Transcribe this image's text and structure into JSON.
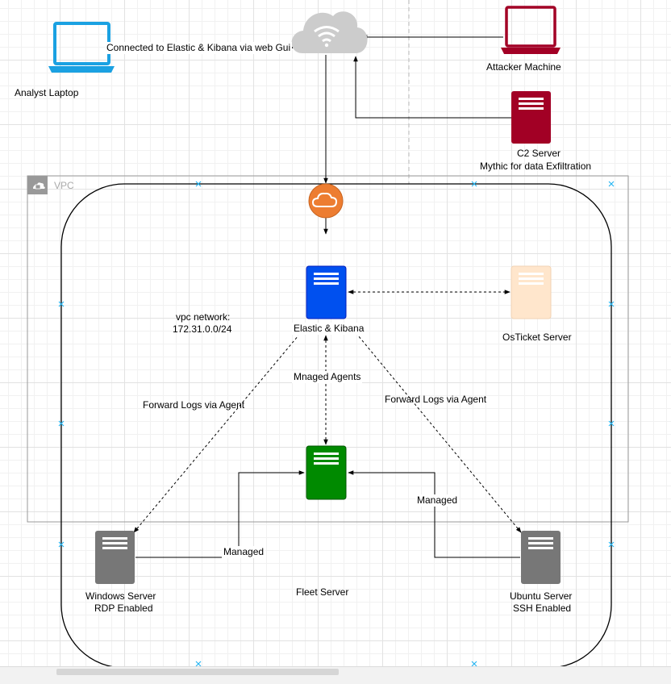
{
  "diagram": {
    "edge_labels": {
      "elastic_connection": "Connected to Elastic & Kibana via web Gui",
      "forward_logs_left": "Forward Logs via Agent",
      "forward_logs_right": "Forward Logs via Agent",
      "managed_agents": "Mnaged Agents",
      "managed_windows": "Managed",
      "managed_ubuntu": "Managed"
    },
    "nodes": {
      "analyst": {
        "label": "Analyst Laptop",
        "color": "#1ba1e2",
        "icon": "laptop-icon"
      },
      "attacker": {
        "label": "Attacker Machine",
        "color": "#a20025",
        "icon": "laptop-icon"
      },
      "c2": {
        "label_line1": "C2 Server",
        "label_line2": "Mythic for data Exfiltration",
        "color": "#a20025",
        "icon": "server-icon"
      },
      "internet": {
        "icon": "cloud-wifi-icon",
        "color": "#cccccc"
      },
      "gateway": {
        "icon": "cloud-icon",
        "color": "#ed7d31"
      },
      "vpc": {
        "label": "VPC",
        "icon": "vpc-lock-icon",
        "color": "#999999"
      },
      "vpc_network": {
        "line1": "vpc network:",
        "line2": "172.31.0.0/24"
      },
      "elastic": {
        "label": "Elastic & Kibana",
        "color": "#0050ef",
        "icon": "server-icon"
      },
      "osticket": {
        "label": "OsTicket Server",
        "color": "#ffe6cc",
        "icon": "server-icon"
      },
      "fleet": {
        "label": "Fleet Server",
        "color": "#008a00",
        "icon": "server-icon"
      },
      "windows": {
        "label_line1": "Windows Server",
        "label_line2": "RDP Enabled",
        "color": "#777777",
        "icon": "server-icon"
      },
      "ubuntu": {
        "label_line1": "Ubuntu Server",
        "label_line2": "SSH Enabled",
        "color": "#777777",
        "icon": "server-icon"
      }
    }
  }
}
